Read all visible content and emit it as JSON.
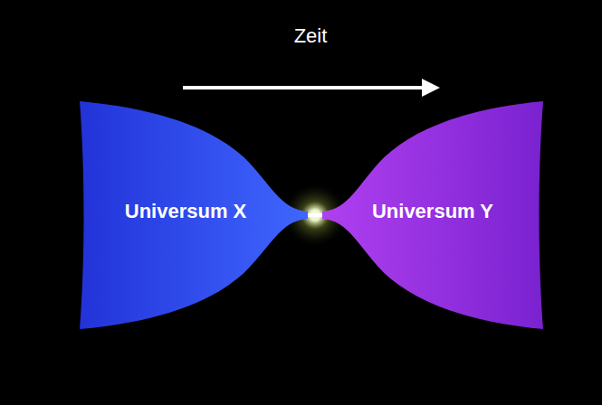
{
  "diagram": {
    "nodes": [
      {
        "text": [
          "Universum X"
        ]
      },
      {
        "text": [
          "Universum Y"
        ]
      }
    ],
    "labels": [
      "Zeit"
    ]
  }
}
